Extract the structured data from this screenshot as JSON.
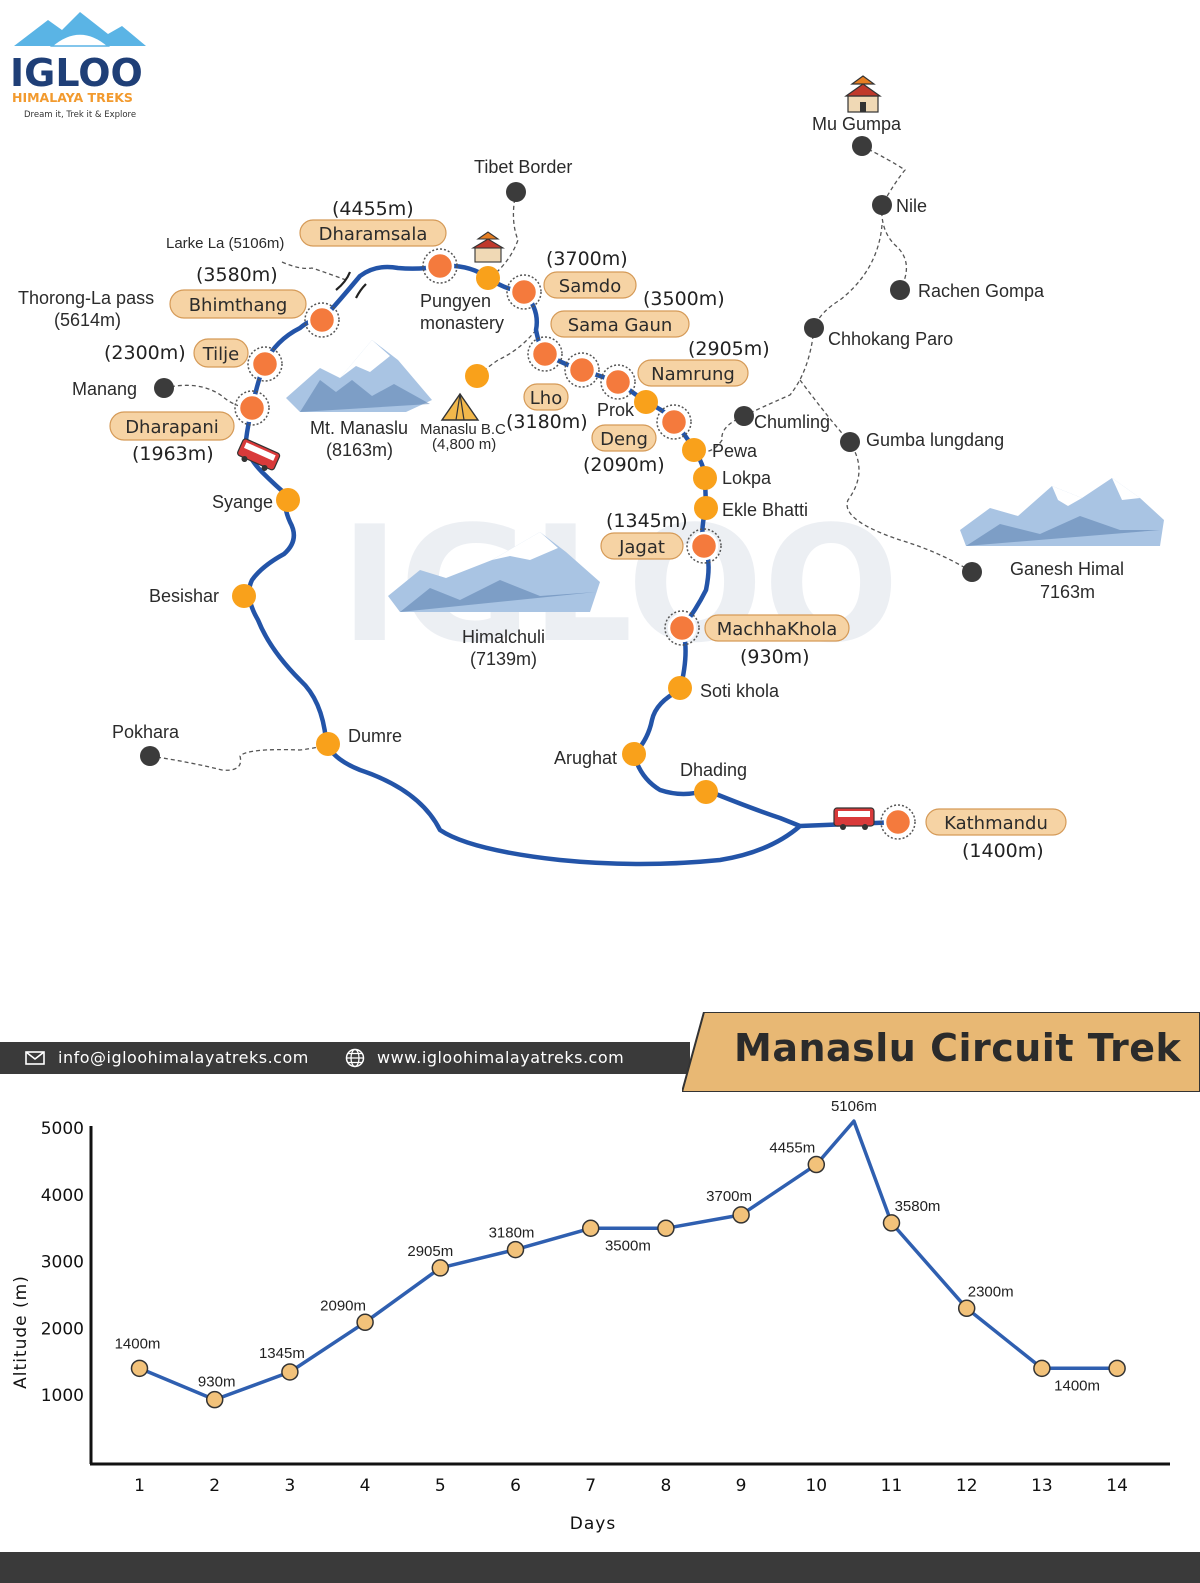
{
  "logo": {
    "line1": "IGLOO",
    "line2": "HIMALAYA TREKS",
    "tagline": "Dream it, Trek it & Explore"
  },
  "map": {
    "places": {
      "mu_gumpa": "Mu Gumpa",
      "nile": "Nile",
      "rachen_gompa": "Rachen Gompa",
      "chhokang_paro": "Chhokang Paro",
      "chumling": "Chumling",
      "gumba_lungdang": "Gumba lungdang",
      "ganesh_himal": "Ganesh Himal",
      "ganesh_himal_alt": "7163m",
      "tibet_border": "Tibet Border",
      "larke_la": "Larke La (5106m)",
      "thorong_la": "Thorong-La pass",
      "thorong_la_alt": "(5614m)",
      "manang": "Manang",
      "pungyen_1": "Pungyen",
      "pungyen_2": "monastery",
      "mt_manaslu": "Mt. Manaslu",
      "mt_manaslu_alt": "(8163m)",
      "manaslu_bc": "Manaslu B.C",
      "manaslu_bc_alt": "(4,800 m)",
      "prok": "Prok",
      "pewa": "Pewa",
      "lokpa": "Lokpa",
      "ekle_bhatti": "Ekle Bhatti",
      "syange": "Syange",
      "besishar": "Besishar",
      "himalchuli": "Himalchuli",
      "himalchuli_alt": "(7139m)",
      "soti_khola": "Soti khola",
      "pokhara": "Pokhara",
      "dumre": "Dumre",
      "arughat": "Arughat",
      "dhading": "Dhading"
    },
    "tags": {
      "dharamsala": "Dharamsala",
      "bhimthang": "Bhimthang",
      "tilje": "Tilje",
      "dharapani": "Dharapani",
      "samdo": "Samdo",
      "sama_gaun": "Sama Gaun",
      "namrung": "Namrung",
      "lho": "Lho",
      "deng": "Deng",
      "jagat": "Jagat",
      "machhakhola": "MachhaKhola",
      "kathmandu": "Kathmandu"
    },
    "altitudes": {
      "dharamsala": "(4455m)",
      "bhimthang": "(3580m)",
      "tilje": "(2300m)",
      "dharapani": "(1963m)",
      "samdo": "(3700m)",
      "sama_gaun": "(3500m)",
      "namrung": "(2905m)",
      "lho": "(3180m)",
      "deng": "(2090m)",
      "jagat": "(1345m)",
      "machhakhola": "(930m)",
      "kathmandu": "(1400m)"
    },
    "colors": {
      "route": "#2354a8",
      "stop_major": "#f47a3d",
      "stop_minor": "#f9a11b",
      "tag_fill": "#f6d3a4"
    },
    "icons": [
      "monastery-icon",
      "bus-icon",
      "tent-icon",
      "mountain-icon",
      "pass-icon"
    ]
  },
  "banner": {
    "email": "info@igloohimalayatreks.com",
    "website": "www.igloohimalayatreks.com",
    "title": "Manaslu Circuit Trek"
  },
  "chart_data": {
    "type": "line",
    "title": "",
    "xlabel": "Days",
    "ylabel": "Altitude (m)",
    "ylim": [
      0,
      5000
    ],
    "yticks": [
      1000,
      2000,
      3000,
      4000,
      5000
    ],
    "xticks": [
      1,
      2,
      3,
      4,
      5,
      6,
      7,
      8,
      9,
      10,
      11,
      12,
      13,
      14
    ],
    "points": [
      {
        "x": 1,
        "y": 1400,
        "label": "1400m",
        "marker": true
      },
      {
        "x": 2,
        "y": 930,
        "label": "930m",
        "marker": true
      },
      {
        "x": 3,
        "y": 1345,
        "label": "1345m",
        "marker": true
      },
      {
        "x": 4,
        "y": 2090,
        "label": "2090m",
        "marker": true
      },
      {
        "x": 5,
        "y": 2905,
        "label": "2905m",
        "marker": true
      },
      {
        "x": 6,
        "y": 3180,
        "label": "3180m",
        "marker": true
      },
      {
        "x": 7,
        "y": 3500,
        "label": "",
        "marker": true
      },
      {
        "x": 8,
        "y": 3500,
        "label": "3500m",
        "marker": true
      },
      {
        "x": 9,
        "y": 3700,
        "label": "3700m",
        "marker": true
      },
      {
        "x": 10,
        "y": 4455,
        "label": "4455m",
        "marker": true
      },
      {
        "x": 10.5,
        "y": 5106,
        "label": "5106m",
        "marker": false
      },
      {
        "x": 11,
        "y": 3580,
        "label": "3580m",
        "marker": true
      },
      {
        "x": 12,
        "y": 2300,
        "label": "2300m",
        "marker": true
      },
      {
        "x": 13,
        "y": 1400,
        "label": "",
        "marker": true
      },
      {
        "x": 14,
        "y": 1400,
        "label": "1400m",
        "marker": true
      }
    ],
    "grid": false,
    "line_color": "#2f5fb0",
    "marker_color": "#f2c27a"
  }
}
